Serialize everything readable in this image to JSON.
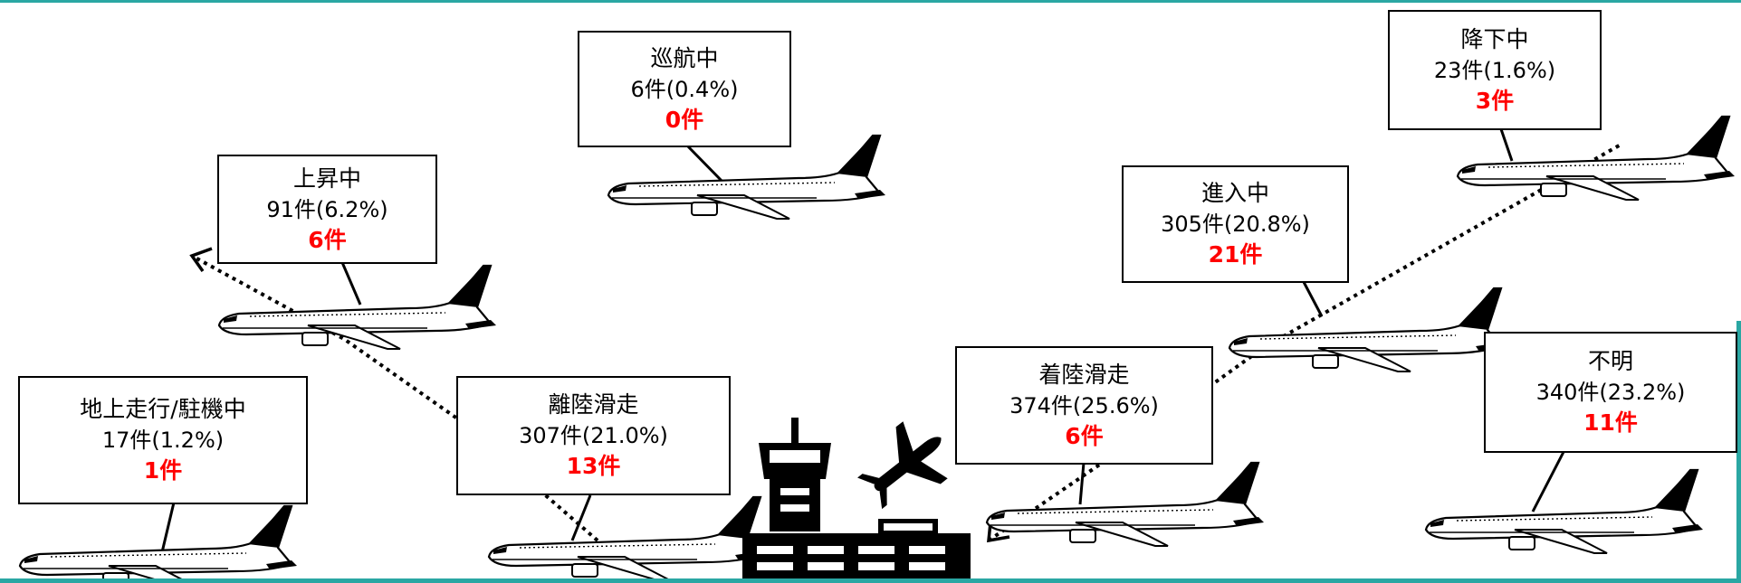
{
  "colors": {
    "frame": "#2aa7a3",
    "highlight": "#ff0000",
    "ink": "#000000"
  },
  "phases": {
    "cruise": {
      "name": "巡航中",
      "count": "6件(0.4%)",
      "red": "0件"
    },
    "descent": {
      "name": "降下中",
      "count": "23件(1.6%)",
      "red": "3件"
    },
    "climb": {
      "name": "上昇中",
      "count": "91件(6.2%)",
      "red": "6件"
    },
    "approach": {
      "name": "進入中",
      "count": "305件(20.8%)",
      "red": "21件"
    },
    "ground": {
      "name": "地上走行/駐機中",
      "count": "17件(1.2%)",
      "red": "1件"
    },
    "takeoff": {
      "name": "離陸滑走",
      "count": "307件(21.0%)",
      "red": "13件"
    },
    "landing": {
      "name": "着陸滑走",
      "count": "374件(25.6%)",
      "red": "6件"
    },
    "unknown": {
      "name": "不明",
      "count": "340件(23.2%)",
      "red": "11件"
    }
  },
  "icons": [
    "airliner-icon",
    "airport-tower-icon",
    "departing-plane-icon",
    "terminal-building-icon"
  ]
}
